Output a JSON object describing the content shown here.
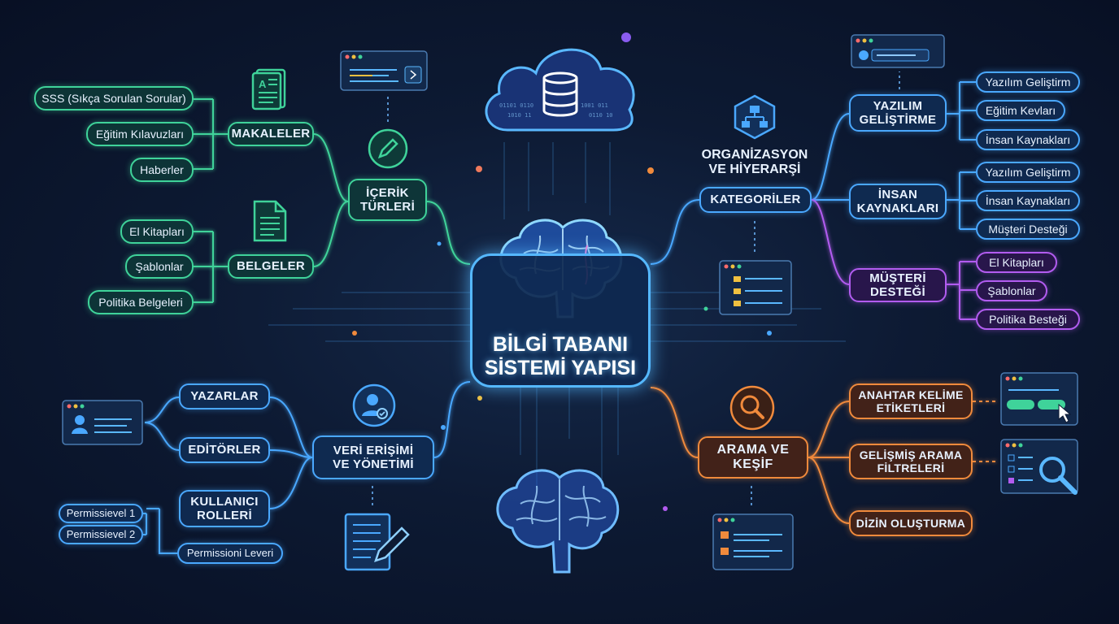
{
  "title": "BİLGİ TABANI\nSİSTEMİ YAPISI",
  "icons": [
    "cloud-database-icon",
    "brain-icon",
    "brain-bottom-icon",
    "document-icon",
    "file-icon",
    "pencil-icon",
    "hierarchy-icon",
    "user-icon",
    "search-icon",
    "edit-document-icon",
    "browser-window-icon"
  ],
  "colors": {
    "content": "#3fd39a",
    "category": "#4aa8ff",
    "support": "#b25cf0",
    "search": "#f08a3c",
    "center": "#55b8ff"
  },
  "content_types": {
    "label": "İÇERİK\nTÜRLERİ",
    "articles": {
      "label": "MAKALELER",
      "items": [
        "SSS (Sıkça Sorulan Sorular)",
        "Eğitim Kılavuzları",
        "Haberler"
      ]
    },
    "documents": {
      "label": "BELGELER",
      "items": [
        "El Kitapları",
        "Şablonlar",
        "Politika Belgeleri"
      ]
    }
  },
  "organization": {
    "heading": "ORGANİZASYON\nVE HİYERARŞİ",
    "label": "KATEGORİLER",
    "groups": [
      {
        "label": "YAZILIM\nGELİŞTİRME",
        "items": [
          "Yazılım Geliştirm",
          "Eğitim Kevları",
          "İnsan Kaynakları"
        ]
      },
      {
        "label": "İNSAN\nKAYNAKLARI",
        "items": [
          "Yazılım Geliştirm",
          "İnsan Kaynakları",
          "Müşteri Desteği"
        ]
      },
      {
        "label": "MÜŞTERİ\nDESTEĞİ",
        "items": [
          "El Kitapları",
          "Şablonlar",
          "Politika Besteği"
        ]
      }
    ]
  },
  "access": {
    "label": "VERİ ERİŞİMİ\nVE YÖNETİMİ",
    "authors": "YAZARLAR",
    "editors": "EDİTÖRLER",
    "roles": {
      "label": "KULLANICI\nROLLERİ",
      "levels": [
        "Permissievel 1",
        "Permissievel 2"
      ],
      "sub": "Permissioni Leveri"
    }
  },
  "search": {
    "label": "ARAMA VE\nKEŞİF",
    "items": [
      "ANAHTAR KELİME\nETİKETLERİ",
      "GELİŞMİŞ ARAMA\nFİLTRELERİ",
      "DİZİN OLUŞTURMA"
    ]
  }
}
